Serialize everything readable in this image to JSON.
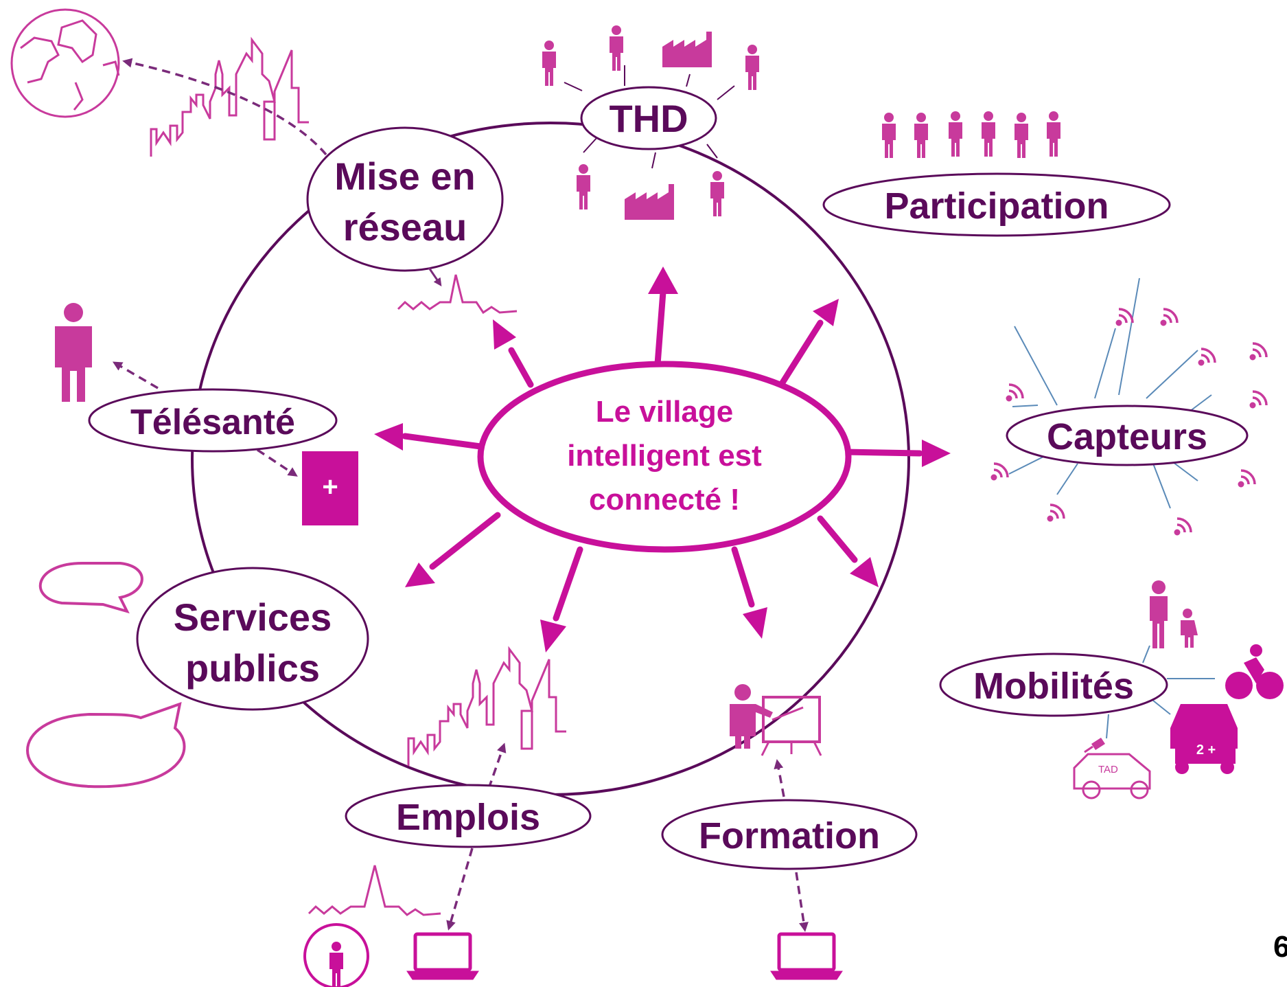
{
  "colors": {
    "ring": "#5a0a5a",
    "node_text": "#5a0a5a",
    "center_text": "#c8109a",
    "accent": "#c8109a",
    "icon": "#c83a9c",
    "dashed": "#7a2a7a",
    "sensor_line": "#5a8ab8"
  },
  "center": {
    "line1": "Le village",
    "line2": "intelligent est",
    "line3": "connecté !"
  },
  "nodes": {
    "thd": "THD",
    "mise_en_reseau_1": "Mise en",
    "mise_en_reseau_2": "réseau",
    "participation": "Participation",
    "telesante": "Télésanté",
    "capteurs": "Capteurs",
    "services_publics_1": "Services",
    "services_publics_2": "publics",
    "mobilites": "Mobilités",
    "emplois": "Emplois",
    "formation": "Formation"
  },
  "icon_text": {
    "plus": "+",
    "tad": "TAD",
    "carpool": "2 +"
  },
  "page_number": "6"
}
